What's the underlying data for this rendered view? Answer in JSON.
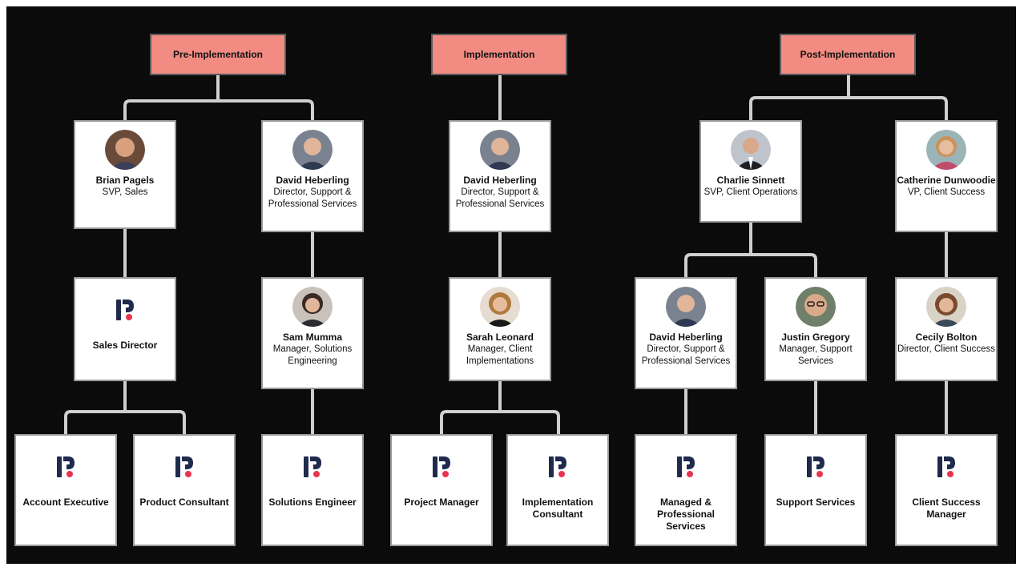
{
  "phases": [
    "Pre-Implementation",
    "Implementation",
    "Post-Implementation"
  ],
  "people": {
    "brian": {
      "name": "Brian Pagels",
      "title": "SVP, Sales"
    },
    "david1": {
      "name": "David Heberling",
      "title": "Director, Support & Professional Services"
    },
    "david2": {
      "name": "David Heberling",
      "title": "Director, Support & Professional Services"
    },
    "charlie": {
      "name": "Charlie Sinnett",
      "title": "SVP, Client Operations"
    },
    "catherine": {
      "name": "Catherine Dunwoodie",
      "title": "VP, Client Success"
    },
    "sam": {
      "name": "Sam Mumma",
      "title": "Manager, Solutions Engineering"
    },
    "sarah": {
      "name": "Sarah Leonard",
      "title": "Manager, Client Implementations"
    },
    "david3": {
      "name": "David Heberling",
      "title": "Director, Support & Professional Services"
    },
    "justin": {
      "name": "Justin Gregory",
      "title": "Manager, Support Services"
    },
    "cecily": {
      "name": "Cecily Bolton",
      "title": "Director, Client Success"
    }
  },
  "roles": {
    "sales_director": "Sales Director",
    "account_exec": "Account Executive",
    "product_consultant": "Product Consultant",
    "solutions_engineer": "Solutions Engineer",
    "project_manager": "Project Manager",
    "impl_consultant": "Implementation Consultant",
    "managed_prof": "Managed & Professional Services",
    "support_services": "Support Services",
    "csm": "Client Success Manager"
  },
  "colors": {
    "background": "#0b0b0b",
    "phase_fill": "#f28b82",
    "connector": "#cfcfcf",
    "logo_navy": "#1f2a4d",
    "logo_red": "#e8344e"
  }
}
